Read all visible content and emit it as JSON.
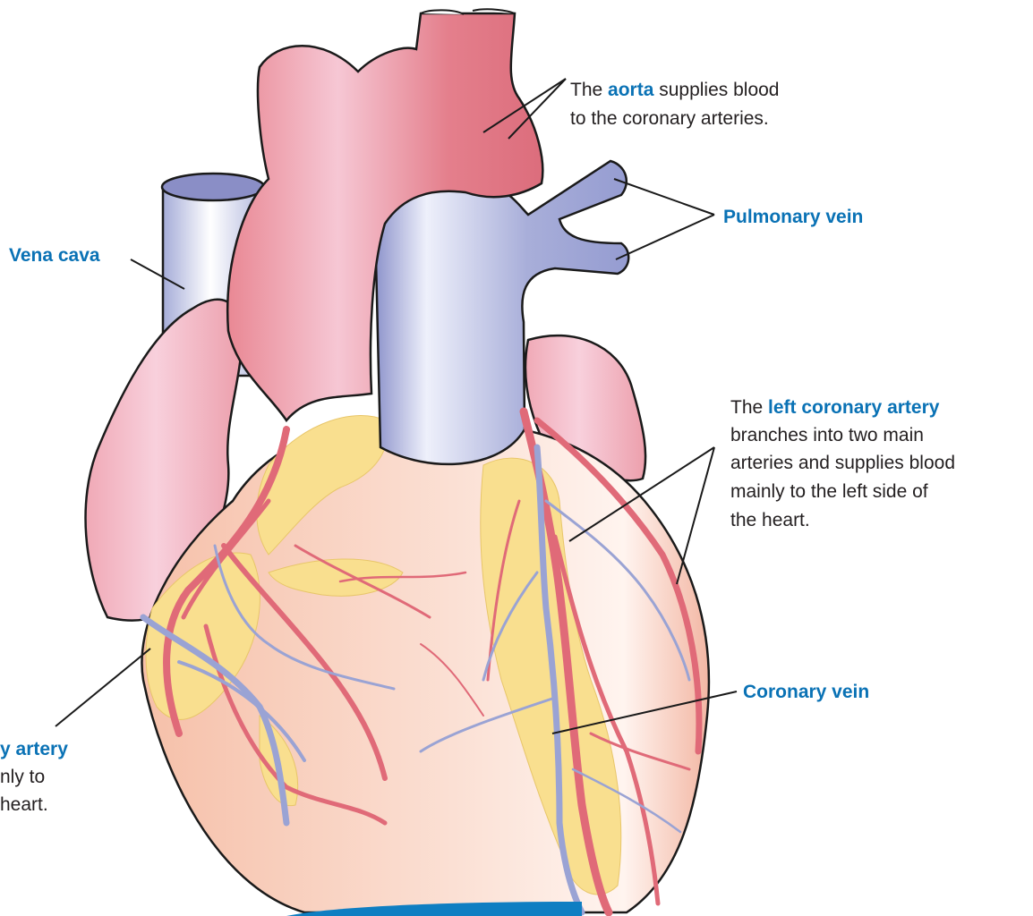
{
  "colors": {
    "label_highlight": "#0a72b5",
    "text": "#231f20",
    "artery_red": "#e06a78",
    "vein_blue": "#9aa3d4",
    "fat_yellow": "#f9df8f",
    "muscle_peach": "#f8cdb9",
    "atrium_pink": "#efa6b3"
  },
  "labels": {
    "aorta": {
      "prefix": "The ",
      "term": "aorta",
      "suffix": " supplies blood",
      "line2": "to the coronary arteries."
    },
    "pulmonary_vein": "Pulmonary vein",
    "vena_cava": "Vena cava",
    "left_coronary": {
      "prefix": "The ",
      "term": "left coronary artery",
      "lines": [
        "branches into two main",
        "arteries and supplies blood",
        "mainly to the left side of",
        "the heart."
      ]
    },
    "coronary_vein": "Coronary vein",
    "right_coronary": {
      "term": "y artery",
      "lines": [
        "nly to",
        " heart."
      ]
    }
  },
  "icons": {
    "heart": "heart-anatomy-illustration"
  }
}
